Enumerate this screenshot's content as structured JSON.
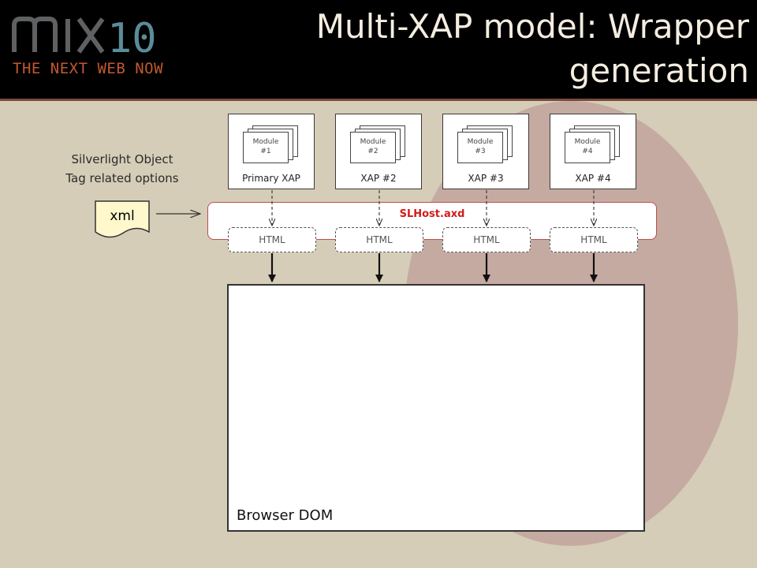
{
  "header": {
    "logo_text": "mix10",
    "logo_tagline": "THE NEXT WEB NOW",
    "title": "Multi-XAP model: Wrapper generation"
  },
  "left_panel": {
    "label_line1": "Silverlight Object",
    "label_line2": "Tag related options",
    "xml_label": "xml"
  },
  "xaps": [
    {
      "module_word": "Module",
      "module_num": "#1",
      "label": "Primary XAP"
    },
    {
      "module_word": "Module",
      "module_num": "#2",
      "label": "XAP #2"
    },
    {
      "module_word": "Module",
      "module_num": "#3",
      "label": "XAP #3"
    },
    {
      "module_word": "Module",
      "module_num": "#4",
      "label": "XAP #4"
    }
  ],
  "slhost": {
    "label": "SLHost.axd"
  },
  "html_boxes": [
    "HTML",
    "HTML",
    "HTML",
    "HTML"
  ],
  "browser": {
    "label": "Browser DOM"
  },
  "colors": {
    "background": "#d5cdb7",
    "header": "#000000",
    "accent_orange": "#c3582f",
    "logo_teal": "#5a8c99",
    "slhost_red": "#d11b1b",
    "circle": "#c5aaa1"
  }
}
